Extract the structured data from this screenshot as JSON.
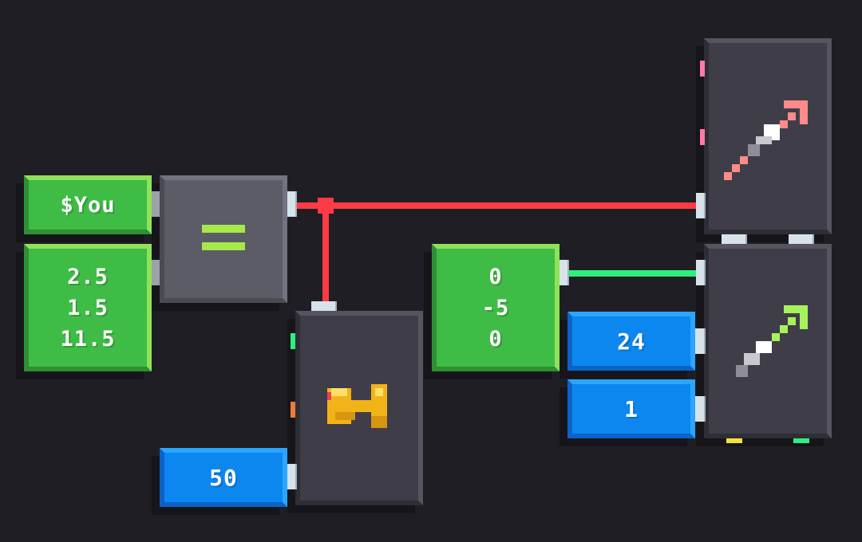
{
  "blocks": {
    "you_label": "$You",
    "vector_xyz": [
      "2.5",
      "1.5",
      "11.5"
    ],
    "equals_symbol": "=",
    "offset_xyz": [
      "0",
      "-5",
      "0"
    ],
    "num_24": "24",
    "num_1": "1",
    "num_50": "50"
  },
  "icons": {
    "equals_node": "equals-icon",
    "trophy_node": "trophy-icon",
    "arrow_top": "pink-arrow-icon",
    "arrow_bottom": "green-arrow-icon"
  },
  "colors": {
    "background": "#1f1e24",
    "green_block": "#3fbc45",
    "blue_block": "#0d87f0",
    "gray_block": "#5c5c66",
    "dark_block": "#3f3e48",
    "wire_red": "#ff3b45",
    "wire_green": "#2ef07d"
  }
}
